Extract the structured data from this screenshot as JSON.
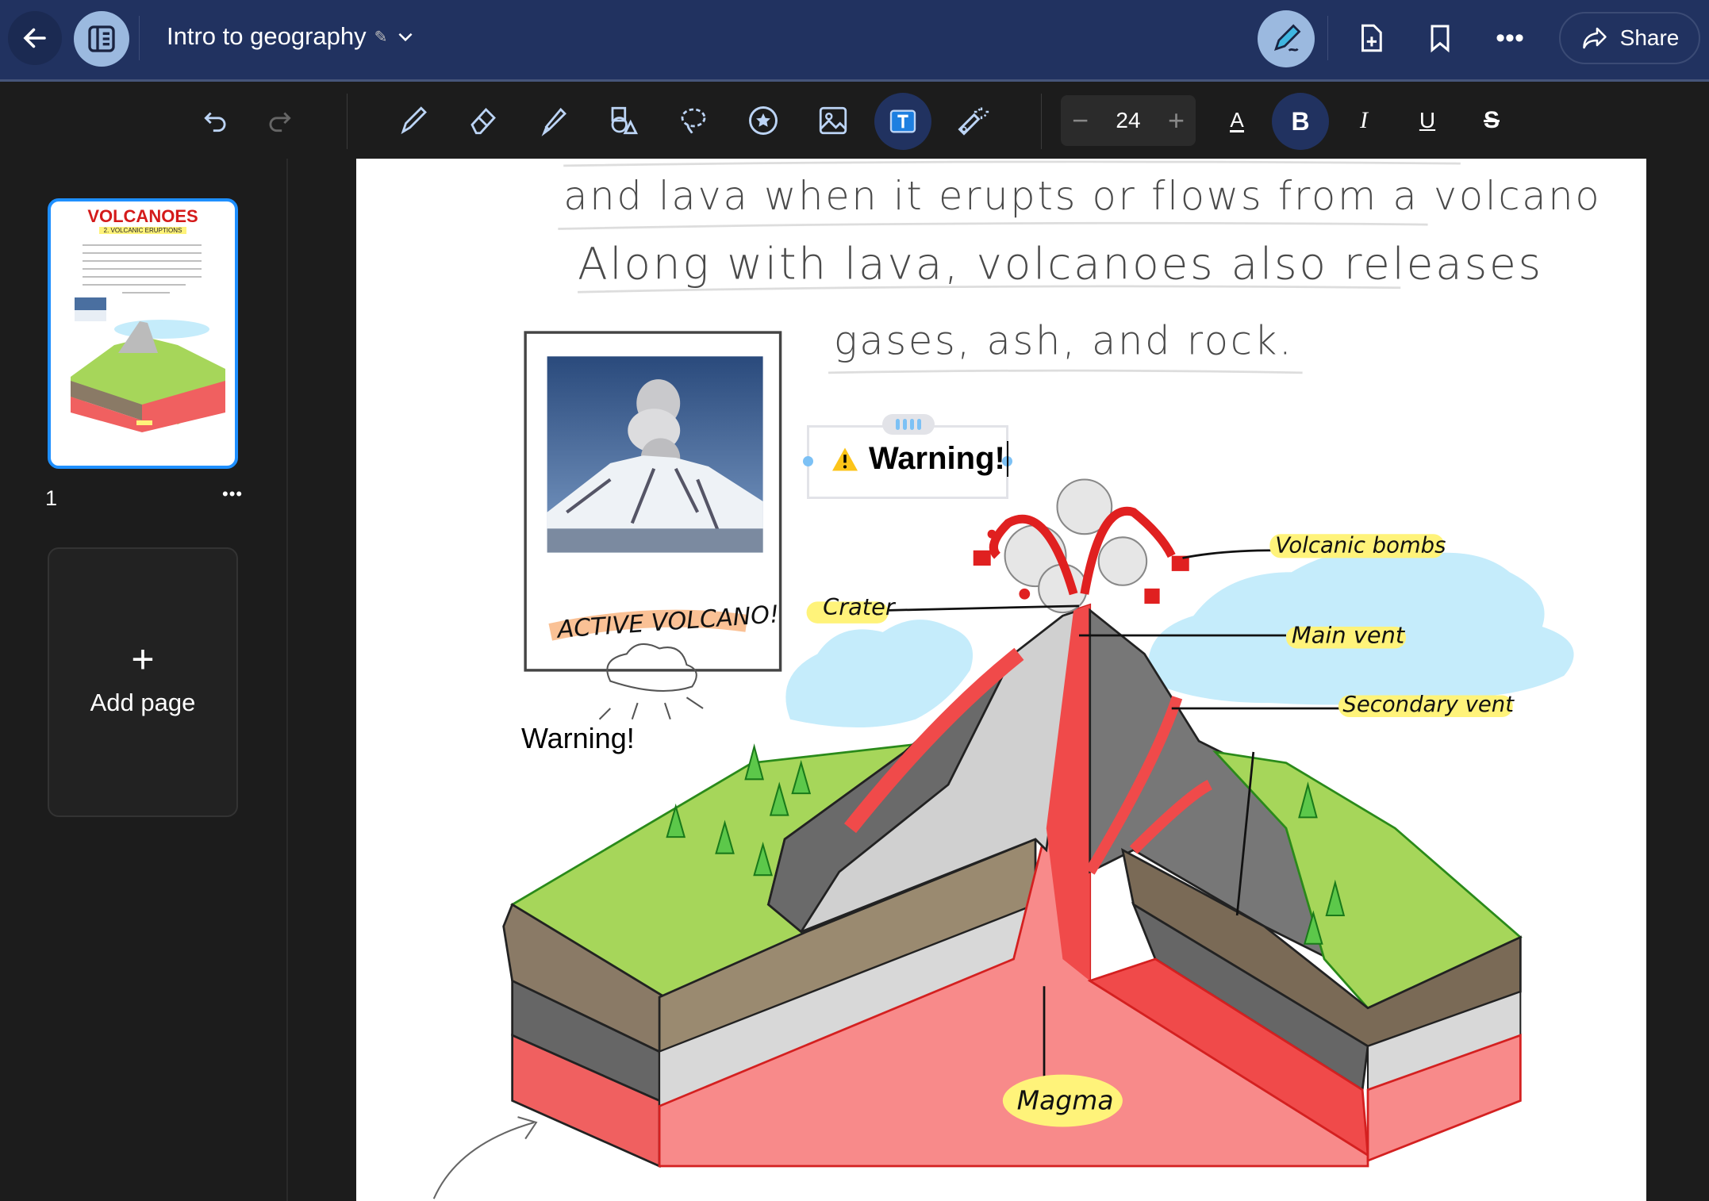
{
  "header": {
    "title": "Intro to geography",
    "share_label": "Share",
    "icons": [
      "back-arrow-icon",
      "sidebar-toggle-icon",
      "chevron-down-icon",
      "pen-mode-icon",
      "add-page-icon",
      "bookmark-icon",
      "more-icon",
      "share-icon"
    ]
  },
  "toolbar": {
    "font_size": "24",
    "bold": "B",
    "italic": "I",
    "underline": "U",
    "strike": "S",
    "text_color": "A",
    "active_tool": "text",
    "tools": [
      "pen",
      "eraser",
      "highlighter",
      "shapes",
      "lasso",
      "sticker",
      "image",
      "text",
      "laser-pointer"
    ]
  },
  "sidebar": {
    "page_number": "1",
    "add_page_label": "Add page",
    "add_icon": "+",
    "thumb_title": "VOLCANOES",
    "thumb_subtitle": "2. VOLCANIC ERUPTIONS"
  },
  "canvas": {
    "line1": "and lava when it erupts or flows from a volcano",
    "line2": "Along with lava, volcanoes also releases",
    "line3": "gases, ash, and rock.",
    "photo_caption": "ACTIVE VOLCANO!",
    "warning_box": "Warning!",
    "warning_plain": "Warning!",
    "labels": {
      "bombs": "Volcanic bombs",
      "crater": "Crater",
      "main_vent": "Main vent",
      "secondary_vent": "Secondary vent",
      "magma": "Magma"
    }
  },
  "colors": {
    "header_bg": "#213260",
    "accent": "#1e8fff",
    "active_tool_bg": "#213260",
    "highlight": "#fff37a",
    "lava": "#f04a4a",
    "cloud": "#c5ecfb",
    "grass": "#a6d65a"
  }
}
